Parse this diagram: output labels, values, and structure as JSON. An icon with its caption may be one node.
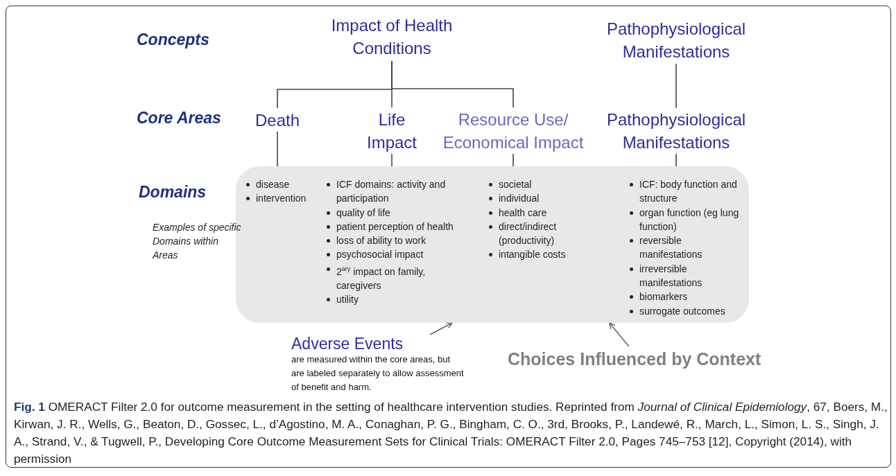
{
  "diagram": {
    "caption": "**Fig. 1** OMERACT Filter 2.0 for outcome measurement in the setting of healthcare intervention studies. Reprinted from *Journal of Clinical Epidemiology*, 67, Boers, M., Kirwan, J. R., Wells, G., Beaton, D., Gossec, L., d’Agostino, M. A., Conaghan, P. G., Bingham, C. O., 3rd, Brooks, P., Landewé, R., March, L., Simon, L. S., Singh, J. A., Strand, V., & Tugwell, P., Developing Core Outcome Measurement Sets for Clinical Trials: OMERACT Filter 2.0, Pages 745–753 [12], Copyright (2014), with permission",
    "nodes": [
      {
        "text": [
          "Impact of Health Conditions"
        ]
      },
      {
        "text": [
          "Pathophysiological Manifestations"
        ]
      },
      {
        "text": [
          "Death"
        ]
      },
      {
        "text": [
          "Life Impact"
        ]
      },
      {
        "text": [
          "Resource Use/ Economical Impact"
        ]
      },
      {
        "text": [
          "Pathophysiological Manifestations"
        ]
      },
      {
        "text": [],
        "shape": "box"
      },
      {
        "text": [
          "disease",
          "intervention"
        ],
        "in": 6
      },
      {
        "text": [
          "ICF domains: activity and participation",
          "quality of life",
          "patient perception of health",
          "loss of ability to work",
          "psychosocial impact",
          "2$^{ary}$ impact on family, caregivers",
          "utility"
        ],
        "in": 6
      },
      {
        "text": [
          "societal",
          "individual",
          "health care",
          "direct/indirect (productivity)",
          "intangible costs"
        ],
        "in": 6
      },
      {
        "text": [
          "ICF: body function and structure",
          "organ function (eg lung function)",
          "reversible manifestations",
          "irreversible manifestations",
          "biomarkers",
          "surrogate outcomes"
        ],
        "in": 6
      },
      {
        "text": [
          "Adverse Events",
          "are measured within the core areas, but are labeled separately to allow assessment of benefit and harm."
        ]
      },
      {
        "text": [
          "Choices Influenced by Context"
        ]
      }
    ],
    "edges": [
      {
        "from": 0,
        "to": 2,
        "arrow": "none"
      },
      {
        "from": 0,
        "to": 3,
        "arrow": "none"
      },
      {
        "from": 0,
        "to": 4,
        "arrow": "none"
      },
      {
        "from": 1,
        "to": 5,
        "arrow": "none"
      },
      {
        "from": 2,
        "to": 7,
        "arrow": "none"
      },
      {
        "from": 3,
        "to": 8,
        "arrow": "none"
      },
      {
        "from": 4,
        "to": 9,
        "arrow": "none"
      },
      {
        "from": 5,
        "to": 10,
        "arrow": "none"
      },
      {
        "from": 11,
        "to": 6,
        "arrow": "to"
      },
      {
        "from": 12,
        "to": 6,
        "arrow": "to"
      }
    ],
    "labels": [
      "Concepts",
      "Core Areas",
      "Domains",
      "Examples of specific Domains within Areas"
    ]
  }
}
